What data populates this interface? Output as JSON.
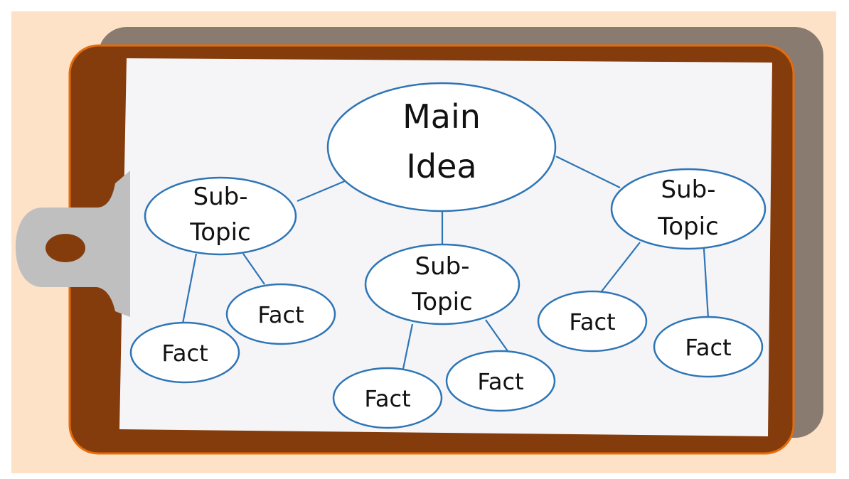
{
  "colors": {
    "backdrop": "#fde2c8",
    "shadow": "#8a7b70",
    "board": "#843c0c",
    "board_border": "#e46c0a",
    "paper": "#f5f5f8",
    "clip": "#bfbfbf",
    "node_stroke": "#2e75b6",
    "node_fill": "#ffffff",
    "link": "#2e75b6",
    "text": "#111111"
  },
  "main_idea": {
    "line1": "Main",
    "line2": "Idea"
  },
  "subtopics": [
    {
      "line1": "Sub-",
      "line2": "Topic"
    },
    {
      "line1": "Sub-",
      "line2": "Topic"
    },
    {
      "line1": "Sub-",
      "line2": "Topic"
    }
  ],
  "facts": [
    {
      "label": "Fact"
    },
    {
      "label": "Fact"
    },
    {
      "label": "Fact"
    },
    {
      "label": "Fact"
    },
    {
      "label": "Fact"
    },
    {
      "label": "Fact"
    }
  ]
}
